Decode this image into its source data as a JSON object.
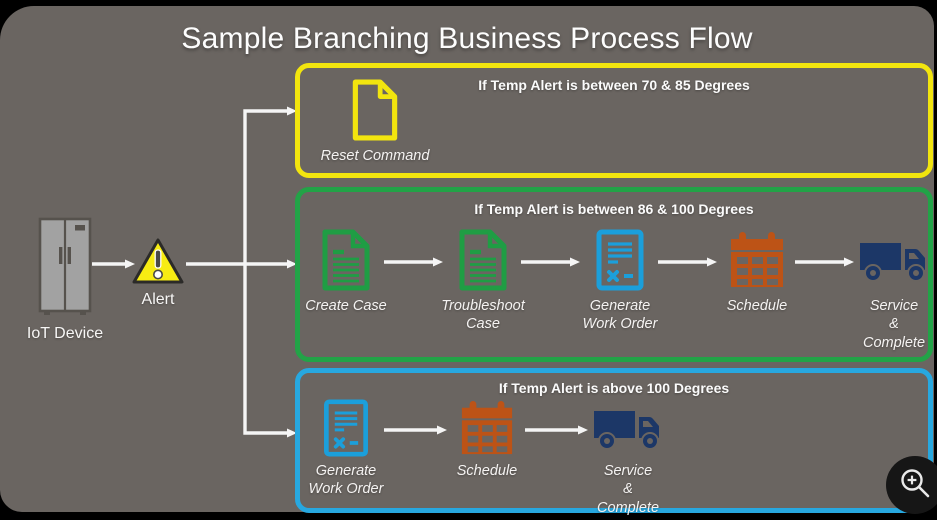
{
  "title": "Sample Branching Business Process Flow",
  "source_nodes": {
    "device_label": "IoT Device",
    "device_icon": "refrigerator-icon",
    "alert_label": "Alert",
    "alert_icon": "warning-triangle-icon"
  },
  "branches": [
    {
      "condition": "If Temp Alert is between 70 & 85 Degrees",
      "accent_color": "#f2e50e",
      "steps": [
        {
          "label": "Reset Command",
          "icon": "document-icon"
        }
      ]
    },
    {
      "condition": "If Temp Alert is between 86 & 100 Degrees",
      "accent_color": "#22a347",
      "steps": [
        {
          "label": "Create Case",
          "icon": "case-document-icon"
        },
        {
          "label": "Troubleshoot\nCase",
          "icon": "case-document-icon"
        },
        {
          "label": "Generate\nWork Order",
          "icon": "work-order-icon"
        },
        {
          "label": "Schedule",
          "icon": "calendar-icon"
        },
        {
          "label": "Service\n&\nComplete",
          "icon": "truck-icon"
        }
      ]
    },
    {
      "condition": "If Temp Alert is above 100 Degrees",
      "accent_color": "#27a8e0",
      "steps": [
        {
          "label": "Generate\nWork Order",
          "icon": "work-order-icon"
        },
        {
          "label": "Schedule",
          "icon": "calendar-icon"
        },
        {
          "label": "Service\n&\nComplete",
          "icon": "truck-icon"
        }
      ]
    }
  ],
  "colors": {
    "outer_background": "#000000",
    "canvas_background": "#6a6561",
    "branch_yellow": "#f2e50e",
    "branch_green": "#22a347",
    "branch_blue": "#27a8e0",
    "icon_green": "#1f9d44",
    "icon_blue": "#1b9fdb",
    "icon_orange": "#bd5316",
    "icon_navy": "#1c3767",
    "alert_yellow": "#f7ec13",
    "arrow_white": "#f5f5f5"
  },
  "zoom_button": {
    "icon": "zoom-in-icon"
  }
}
